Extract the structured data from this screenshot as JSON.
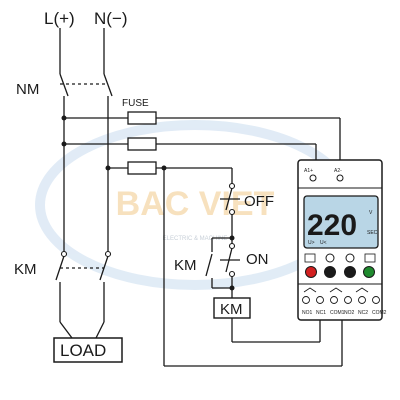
{
  "labels": {
    "line_plus": "L(+)",
    "neutral": "N(−)",
    "nm": "NM",
    "fuse": "FUSE",
    "km_contactor": "KM",
    "off": "OFF",
    "on": "ON",
    "km_coil": "KM",
    "load": "LOAD"
  },
  "device": {
    "terminal_a1": "A1+",
    "terminal_a2": "A2-",
    "display_value": "220",
    "unit_v": "V",
    "unit_sec": "SEC",
    "indicator_left": "U>",
    "indicator_right": "U<",
    "bottom_terminals": [
      "NO1",
      "NC1",
      "COM1",
      "NO2",
      "NC2",
      "COM2"
    ],
    "button_colors": [
      "#d32020",
      "#1a1a1a",
      "#1a1a1a",
      "#1f8a2e"
    ]
  },
  "watermark": {
    "brand": "BAC VIET",
    "tagline": "ELECTRIC & MACHINE"
  },
  "colors": {
    "line": "#1a1a1a",
    "lcd": "#b9d6e6",
    "watermark": "#f2c98a"
  }
}
